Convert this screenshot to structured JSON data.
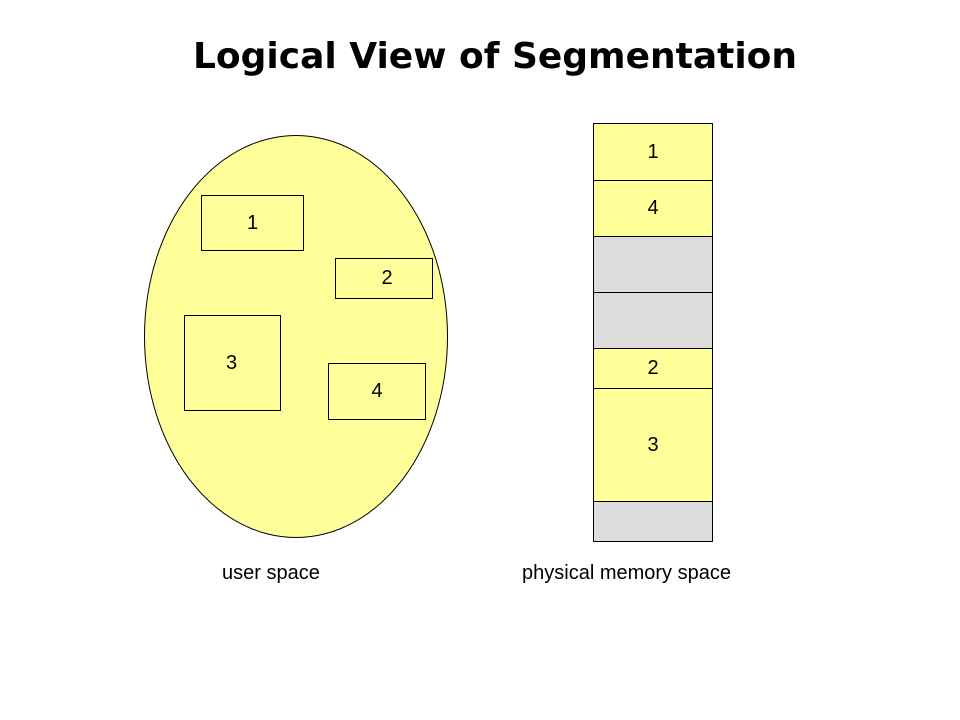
{
  "title": "Logical View of Segmentation",
  "colors": {
    "segment_fill": "#ffff99",
    "free_fill": "#dcdcdc",
    "stroke": "#000000"
  },
  "user_space": {
    "label": "user space",
    "segments": [
      {
        "id": "1",
        "label": "1"
      },
      {
        "id": "2",
        "label": "2"
      },
      {
        "id": "3",
        "label": "3"
      },
      {
        "id": "4",
        "label": "4"
      }
    ]
  },
  "physical_memory": {
    "label": "physical memory space",
    "blocks": [
      {
        "label": "1",
        "kind": "segment"
      },
      {
        "label": "4",
        "kind": "segment"
      },
      {
        "label": "",
        "kind": "free"
      },
      {
        "label": "",
        "kind": "free"
      },
      {
        "label": "2",
        "kind": "segment"
      },
      {
        "label": "3",
        "kind": "segment"
      },
      {
        "label": "",
        "kind": "free"
      }
    ]
  }
}
